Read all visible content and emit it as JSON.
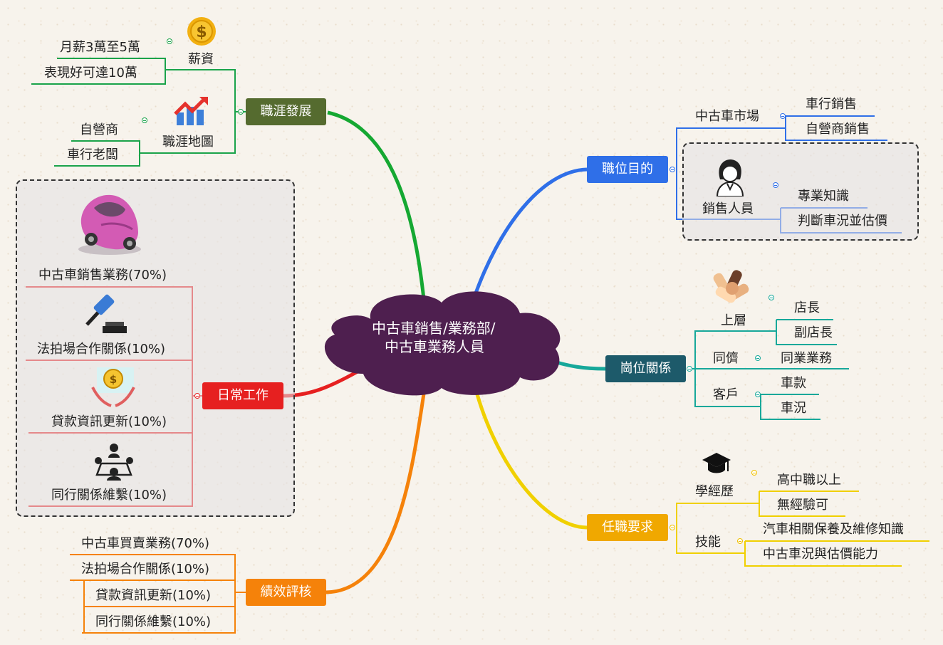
{
  "central": {
    "line1": "中古車銷售/業務部/",
    "line2": "中古車業務人員"
  },
  "career": {
    "label": "職涯發展",
    "salary": {
      "label": "薪資",
      "items": [
        "月薪3萬至5萬",
        "表現好可達10萬"
      ]
    },
    "map": {
      "label": "職涯地圖",
      "items": [
        "自營商",
        "車行老闆"
      ]
    }
  },
  "daily": {
    "label": "日常工作",
    "items": [
      "中古車銷售業務(70%)",
      "法拍場合作關係(10%)",
      "貸款資訊更新(10%)",
      "同行關係維繫(10%)"
    ]
  },
  "kpi": {
    "label": "績效評核",
    "items": [
      "中古車買賣業務(70%)",
      "法拍場合作關係(10%)",
      "貸款資訊更新(10%)",
      "同行關係維繫(10%)"
    ]
  },
  "purpose": {
    "label": "職位目的",
    "market": {
      "label": "中古車市場",
      "items": [
        "車行銷售",
        "自營商銷售"
      ]
    },
    "sales": {
      "label": "銷售人員",
      "items": [
        "專業知識",
        "判斷車況並估價"
      ]
    }
  },
  "relation": {
    "label": "崗位關係",
    "upper": {
      "label": "上層",
      "items": [
        "店長",
        "副店長"
      ]
    },
    "peer": {
      "label": "同儕",
      "items": [
        "同業業務"
      ]
    },
    "client": {
      "label": "客戶",
      "items": [
        "車款",
        "車況"
      ]
    }
  },
  "requirement": {
    "label": "任職要求",
    "edu": {
      "label": "學經歷",
      "items": [
        "高中職以上",
        "無經驗可"
      ]
    },
    "skill": {
      "label": "技能",
      "items": [
        "汽車相關保養及維修知識",
        "中古車況與估價能力"
      ]
    }
  },
  "colors": {
    "career": "#556b2f",
    "daily": "#e62020",
    "kpi": "#f5820a",
    "purpose": "#2f6fe8",
    "relation": "#1d5a6a",
    "requirement": "#f0a800",
    "central": "#4e1f4f"
  },
  "icons": [
    "dollar-coin-icon",
    "growth-chart-icon",
    "pink-car-icon",
    "gavel-icon",
    "money-hands-icon",
    "meeting-icon",
    "woman-avatar-icon",
    "hands-together-icon",
    "graduation-cap-icon"
  ]
}
